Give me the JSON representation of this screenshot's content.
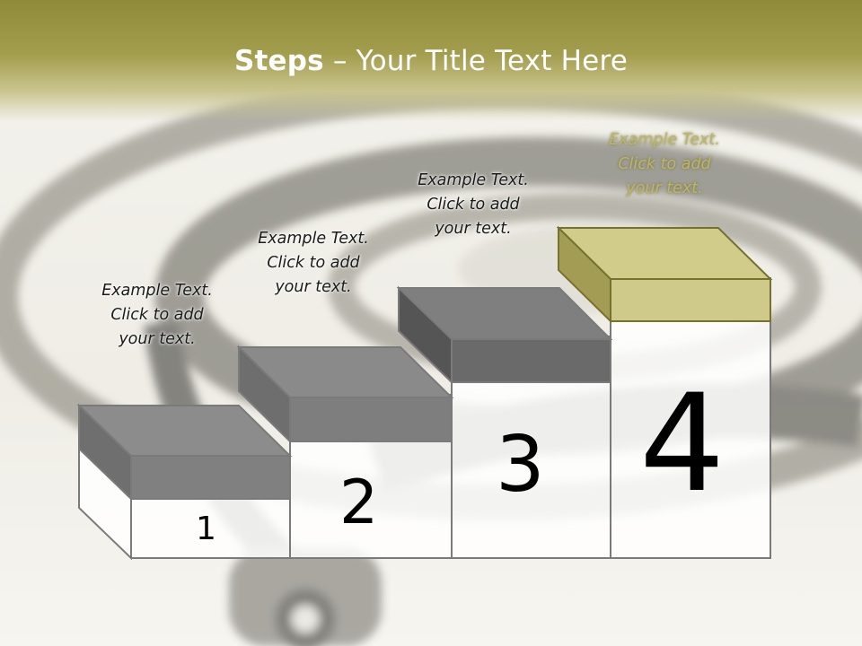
{
  "title": {
    "bold": "Steps",
    "rest": " – Your Title Text Here"
  },
  "steps": [
    {
      "number": "1",
      "lines": [
        "Example Text.",
        "Click  to add",
        "your text."
      ]
    },
    {
      "number": "2",
      "lines": [
        "Example Text.",
        "Click  to add",
        "your text."
      ]
    },
    {
      "number": "3",
      "lines": [
        "Example Text.",
        "Click  to add",
        "your text."
      ]
    },
    {
      "number": "4",
      "lines": [
        "Example Text.",
        "Click  to add",
        "your text."
      ]
    }
  ],
  "colors": {
    "accent": "#a39d4e",
    "block_gray": "#808080",
    "block_dark": "#6b6b6b",
    "block_gold": "#cfc98a"
  }
}
